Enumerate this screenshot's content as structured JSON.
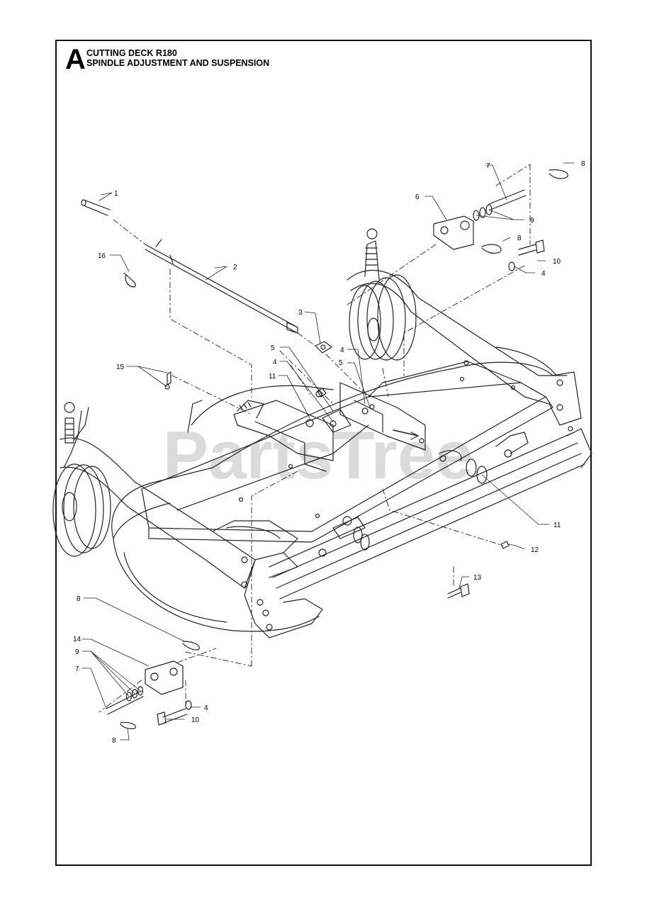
{
  "header": {
    "section_letter": "A",
    "title_line_1": "CUTTING DECK R180",
    "title_line_2": "SPINDLE ADJUSTMENT AND SUSPENSION"
  },
  "watermark": "PartsTree",
  "callouts": {
    "c1": "1",
    "c2": "2",
    "c3": "3",
    "c4a": "4",
    "c4b": "4",
    "c4c": "4",
    "c4d": "4",
    "c5a": "5",
    "c5b": "5",
    "c6": "6",
    "c7a": "7",
    "c7b": "7",
    "c8a": "8",
    "c8b": "8",
    "c8c": "8",
    "c8d": "8",
    "c9a": "9",
    "c9b": "9",
    "c10a": "10",
    "c10b": "10",
    "c11a": "11",
    "c11b": "11",
    "c12": "12",
    "c13": "13",
    "c14": "14",
    "c15": "15",
    "c16": "16"
  },
  "colors": {
    "line": "#222222",
    "frame": "#111111",
    "watermark": "#cfcfcf"
  }
}
